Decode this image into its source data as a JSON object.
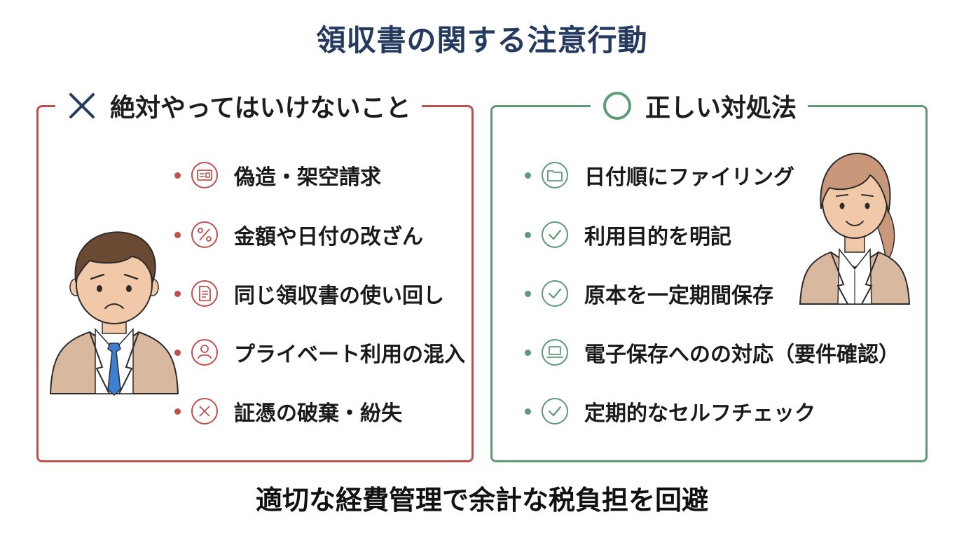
{
  "title": "領収書の関する注意行動",
  "colors": {
    "title": "#243a5e",
    "bad": "#c0504d",
    "good": "#5e9a75",
    "suit": "#d9b8a0"
  },
  "bad_panel": {
    "heading": "絶対やってはいけないこと",
    "heading_icon": "cross-icon",
    "items": [
      {
        "label": "偽造・架空請求",
        "icon": "receipt-icon"
      },
      {
        "label": "金額や日付の改ざん",
        "icon": "percent-icon"
      },
      {
        "label": "同じ領収書の使い回し",
        "icon": "document-icon"
      },
      {
        "label": "プライベート利用の混入",
        "icon": "user-icon"
      },
      {
        "label": "証憑の破棄・紛失",
        "icon": "x-circle-icon"
      }
    ]
  },
  "good_panel": {
    "heading": "正しい対処法",
    "heading_icon": "circle-icon",
    "items": [
      {
        "label": "日付順にファイリング",
        "icon": "folder-icon"
      },
      {
        "label": "利用目的を明記",
        "icon": "check-circle-icon"
      },
      {
        "label": "原本を一定期間保存",
        "icon": "check-circle-icon"
      },
      {
        "label": "電子保存へのの対応（要件確認）",
        "icon": "laptop-icon"
      },
      {
        "label": "定期的なセルフチェック",
        "icon": "check-circle-icon"
      }
    ]
  },
  "footer": "適切な経費管理で余計な税負担を回避"
}
